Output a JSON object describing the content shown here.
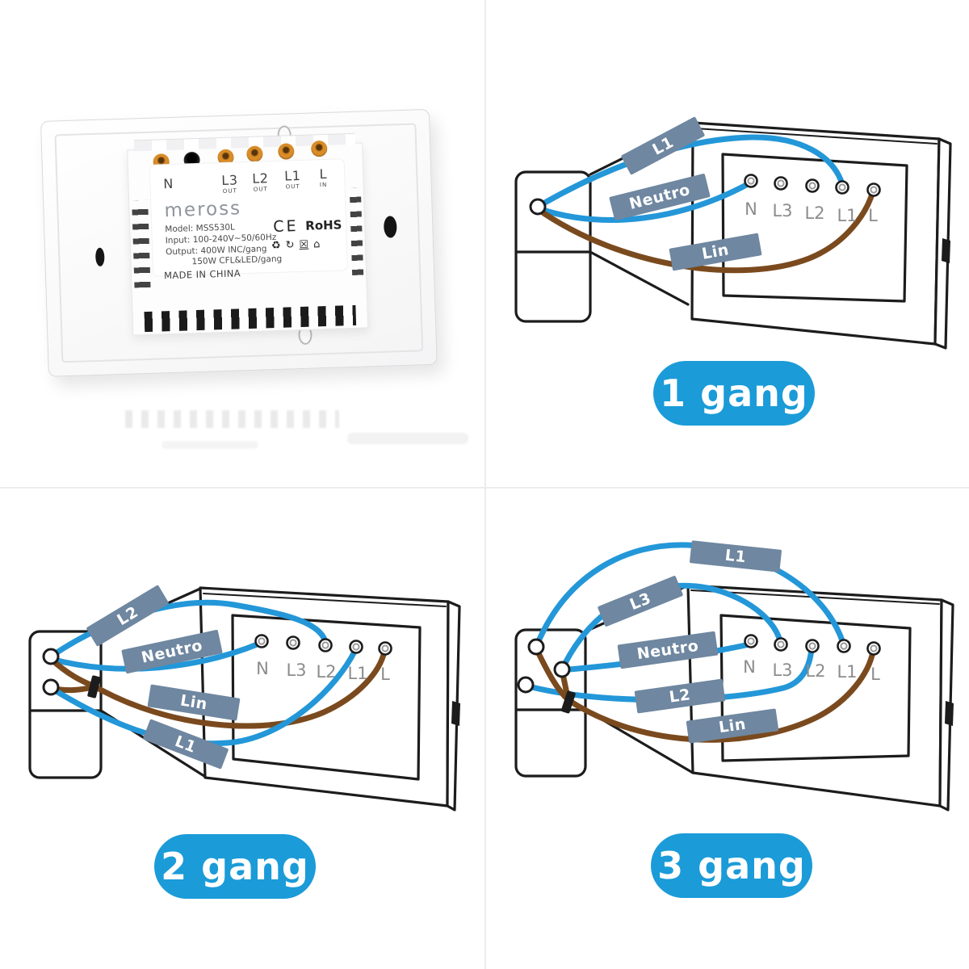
{
  "colors": {
    "wire_blue": "#2397d8",
    "wire_brown": "#7a4a1e",
    "badge_bg": "#6f87a0",
    "pill_bg": "#1b9bd8",
    "line_art": "#1c1c1c",
    "terminal_text": "#8c8c8c",
    "divider": "#ececee"
  },
  "product": {
    "brand": "meross",
    "terminal_marks": [
      {
        "main": "N",
        "sub": ""
      },
      {
        "main": "L3",
        "sub": "OUT"
      },
      {
        "main": "L2",
        "sub": "OUT"
      },
      {
        "main": "L1",
        "sub": "OUT"
      },
      {
        "main": "L",
        "sub": "IN"
      }
    ],
    "model_line": "Model: MSS530L",
    "input_line": "Input: 100-240V~50/60Hz",
    "output_line1": "Output: 400W INC/gang",
    "output_line2": "150W CFL&LED/gang",
    "made_in": "MADE IN CHINA",
    "cert_ce": "CE",
    "cert_rohs": "RoHS",
    "cert_icons": {
      "recycle": "♻",
      "green_dot": "↻",
      "weee": "☒",
      "house": "⌂"
    }
  },
  "terminal_labels": [
    "N",
    "L3",
    "L2",
    "L1",
    "L"
  ],
  "diagrams": {
    "gang1": {
      "badge": "1 gang",
      "wires": {
        "l1": "L1",
        "neutro": "Neutro",
        "lin": "Lin"
      }
    },
    "gang2": {
      "badge": "2 gang",
      "wires": {
        "l2": "L2",
        "neutro": "Neutro",
        "lin": "Lin",
        "l1": "L1"
      }
    },
    "gang3": {
      "badge": "3 gang",
      "wires": {
        "l1": "L1",
        "l3": "L3",
        "neutro": "Neutro",
        "l2": "L2",
        "lin": "Lin"
      }
    }
  }
}
